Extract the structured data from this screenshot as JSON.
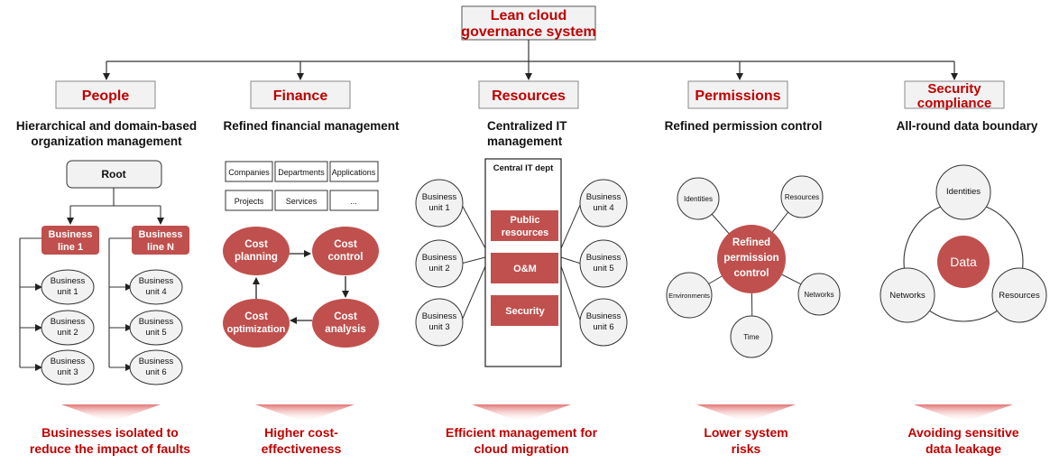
{
  "root": {
    "line1": "Lean cloud",
    "line2": "governance system"
  },
  "columns": [
    {
      "header": {
        "line1": "People",
        "line2": ""
      },
      "subtitle": {
        "line1": "Hierarchical and domain-based",
        "line2": "organization management"
      },
      "result": {
        "line1": "Businesses isolated to",
        "line2": "reduce the impact of faults"
      }
    },
    {
      "header": {
        "line1": "Finance",
        "line2": ""
      },
      "subtitle": {
        "line1": "Refined financial management",
        "line2": ""
      },
      "result": {
        "line1": "Higher cost-",
        "line2": "effectiveness"
      }
    },
    {
      "header": {
        "line1": "Resources",
        "line2": ""
      },
      "subtitle": {
        "line1": "Centralized IT",
        "line2": "management"
      },
      "result": {
        "line1": "Efficient management for",
        "line2": "cloud migration"
      }
    },
    {
      "header": {
        "line1": "Permissions",
        "line2": ""
      },
      "subtitle": {
        "line1": "Refined permission control",
        "line2": ""
      },
      "result": {
        "line1": "Lower system",
        "line2": "risks"
      }
    },
    {
      "header": {
        "line1": "Security",
        "line2": "compliance"
      },
      "subtitle": {
        "line1": "All-round data boundary",
        "line2": ""
      },
      "result": {
        "line1": "Avoiding sensitive",
        "line2": "data leakage"
      }
    }
  ],
  "people": {
    "root_label": "Root",
    "line1": {
      "label1": "Business",
      "label2": "line 1"
    },
    "lineN": {
      "label1": "Business",
      "label2": "line N"
    },
    "units_left": [
      {
        "l1": "Business",
        "l2": "unit 1"
      },
      {
        "l1": "Business",
        "l2": "unit 2"
      },
      {
        "l1": "Business",
        "l2": "unit 3"
      }
    ],
    "units_right": [
      {
        "l1": "Business",
        "l2": "unit 4"
      },
      {
        "l1": "Business",
        "l2": "unit 5"
      },
      {
        "l1": "Business",
        "l2": "unit 6"
      }
    ]
  },
  "finance": {
    "tags": [
      "Companies",
      "Departments",
      "Applications",
      "Projects",
      "Services",
      "..."
    ],
    "cycle": [
      {
        "l1": "Cost",
        "l2": "planning"
      },
      {
        "l1": "Cost",
        "l2": "control"
      },
      {
        "l1": "Cost",
        "l2": "analysis"
      },
      {
        "l1": "Cost",
        "l2": "optimization"
      }
    ]
  },
  "resources": {
    "dept_label": "Central IT dept",
    "boxes": [
      {
        "l1": "Public",
        "l2": "resources"
      },
      {
        "l1": "O&M",
        "l2": ""
      },
      {
        "l1": "Security",
        "l2": ""
      }
    ],
    "units_left": [
      {
        "l1": "Business",
        "l2": "unit 1"
      },
      {
        "l1": "Business",
        "l2": "unit 2"
      },
      {
        "l1": "Business",
        "l2": "unit 3"
      }
    ],
    "units_right": [
      {
        "l1": "Business",
        "l2": "unit 4"
      },
      {
        "l1": "Business",
        "l2": "unit 5"
      },
      {
        "l1": "Business",
        "l2": "unit 6"
      }
    ]
  },
  "permissions": {
    "center": {
      "l1": "Refined",
      "l2": "permission",
      "l3": "control"
    },
    "nodes": [
      "Identities",
      "Resources",
      "Networks",
      "Time",
      "Environments"
    ]
  },
  "security": {
    "center": "Data",
    "nodes": [
      "Identities",
      "Networks",
      "Resources"
    ]
  },
  "colors": {
    "accent": "#c00000",
    "fill_red": "#c0504d",
    "header_bg": "#f2f2f2",
    "node_bg": "#f2f2f2",
    "line": "#333333"
  }
}
